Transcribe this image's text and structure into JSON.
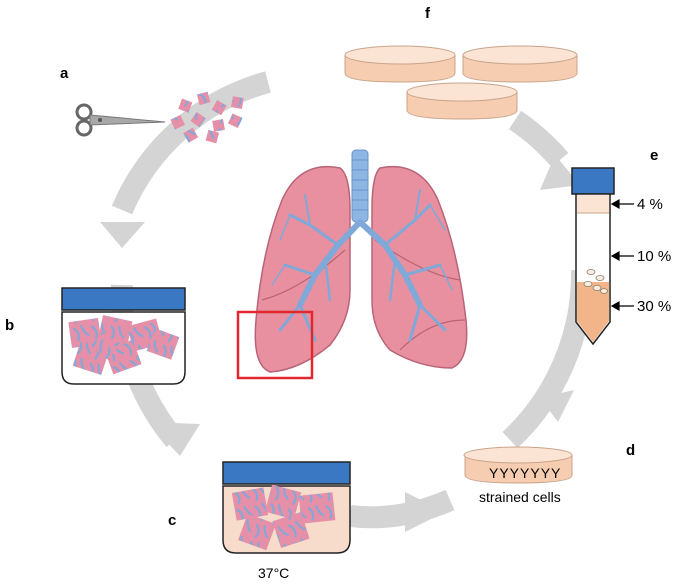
{
  "steps": {
    "a": "a",
    "b": "b",
    "c": "c",
    "d": "d",
    "e": "e",
    "f": "f"
  },
  "incubation_temperature": "37°C",
  "strained_cells_label": "strained cells",
  "cell_glyphs": "YYYYYYY",
  "gradient": {
    "top": "4 %",
    "middle": "10 %",
    "bottom": "30 %"
  },
  "colors": {
    "cycle_arrow": "#d4d4d4",
    "container_lid": "#3b78c3",
    "tissue_pink": "#e58fa8",
    "vessel_blue": "#7fa9d9",
    "dish_peach": "#f6cdb0",
    "highlight_box": "#e2282e",
    "gradient_30": "#f2b58a"
  },
  "icons": [
    "scissors-icon",
    "lungs-illustration",
    "tissue-pieces-icon",
    "centrifuge-tube-icon",
    "petri-dish-icon"
  ]
}
